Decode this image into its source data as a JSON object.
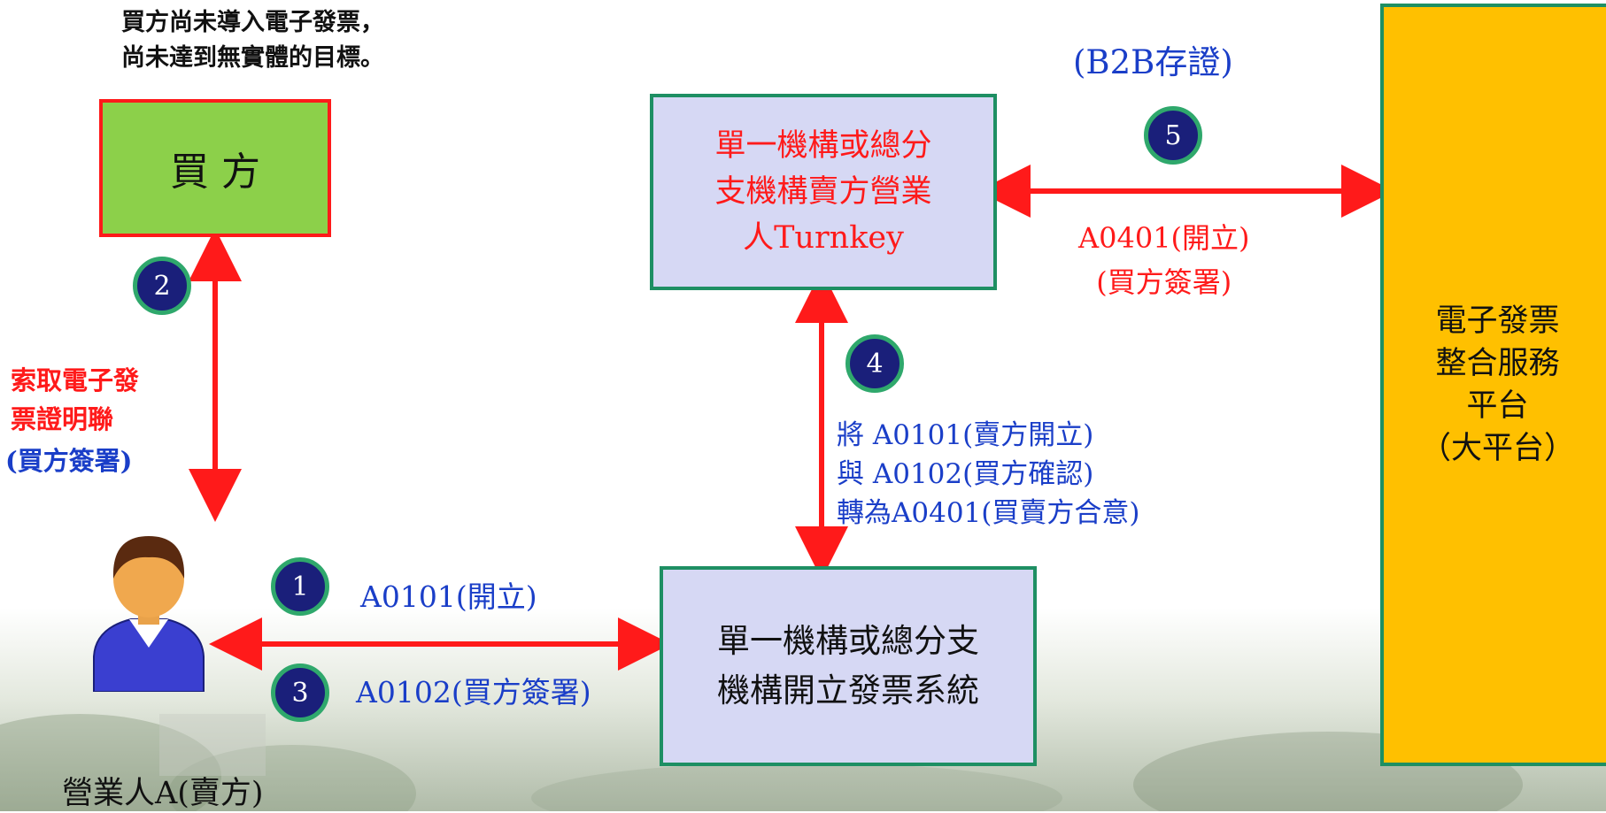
{
  "note": "買方尚未導入電子發票，\n尚未達到無實體的目標。",
  "buyer_box": "買 方",
  "turnkey_box": "單一機構或總分\n支機構賣方營業\n人Turnkey",
  "invoice_system_box": "單一機構或總分支\n機構開立發票系統",
  "platform_box": "電子發票\n整合服務\n平台\n（大平台）",
  "seller_label": "營業人A(賣方)",
  "b2b_label": "(B2B存證)",
  "request_label": "索取電子發\n票證明聯",
  "request_sign_label": "(買方簽署)",
  "a0401_label": "A0401(開立)\n(買方簽署)",
  "convert_label": "將 A0101(賣方開立)\n與 A0102(買方確認)\n轉為A0401(買賣方合意)",
  "a0101_label": "A0101(開立)",
  "a0102_label": "A0102(買方簽署)",
  "steps": [
    "1",
    "2",
    "3",
    "4",
    "5"
  ],
  "colors": {
    "arrow_red": "#ff1a1a",
    "step_badge": "#1a1f7a",
    "badge_ring": "#2fa86c",
    "buyer_fill": "#8cd04a",
    "box_fill": "#d6d8f4",
    "box_border": "#1e8f63",
    "platform_fill": "#ffc000",
    "label_blue": "#1a3ec8",
    "label_red": "#ff1a1a"
  }
}
